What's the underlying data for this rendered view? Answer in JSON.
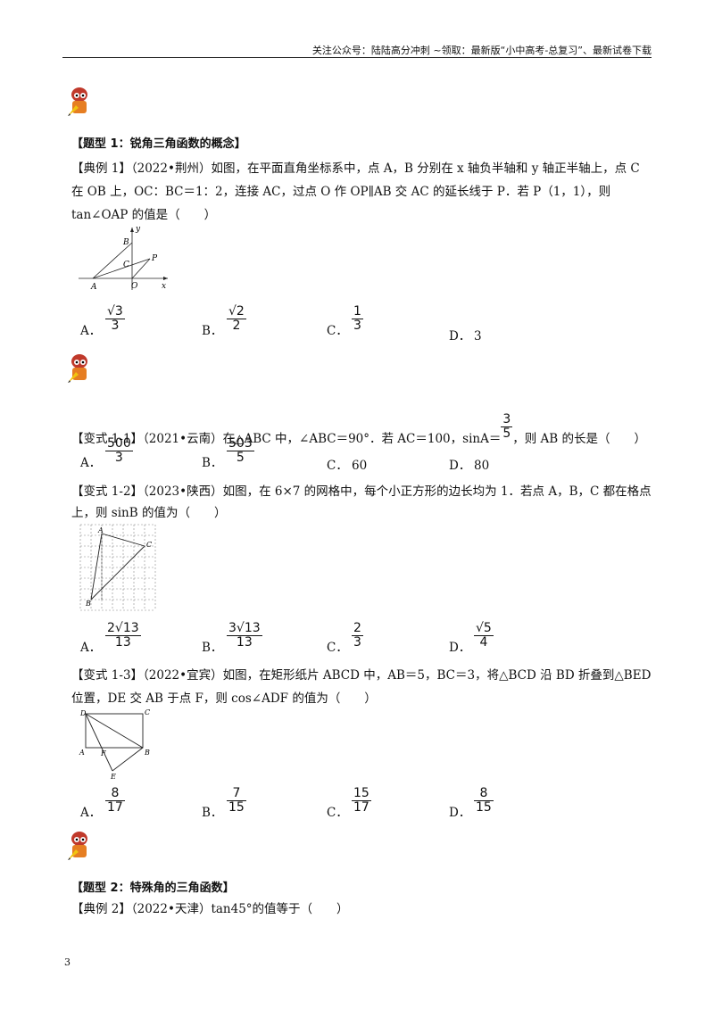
{
  "header": "关注公众号：陆陆高分冲刺  ~领取：最新版“小中高考-总复习”、最新试卷下载",
  "page_number": "3",
  "section1_title": "【题型 1：锐角三角函数的概念】",
  "ex1": {
    "line1": "【典例 1】（2022•荆州）如图，在平面直角坐标系中，点 A，B 分别在 x 轴负半轴和 y 轴正半轴上，点 C",
    "line2": "在 OB 上，OC：BC＝1：2，连接 AC，过点 O 作 OP∥AB 交 AC 的延长线于 P．若 P（1，1），则",
    "line3": "tan∠OAP 的值是（　　）",
    "opts": [
      {
        "label": "A．",
        "num": "√3",
        "den": "3"
      },
      {
        "label": "B．",
        "num": "√2",
        "den": "2"
      },
      {
        "label": "C．",
        "num": "1",
        "den": "3"
      },
      {
        "label": "D．",
        "text": "3"
      }
    ]
  },
  "v11": {
    "line1": "【变式 1-1】（2021•云南）在△ABC 中，∠ABC＝90°．若 AC＝100，sinA＝",
    "frac_num": "3",
    "frac_den": "5",
    "line1_end": "，则 AB 的长是（　　）",
    "opts": [
      {
        "label": "A．",
        "num": "500",
        "den": "3"
      },
      {
        "label": "B．",
        "num": "503",
        "den": "5"
      },
      {
        "label": "C．",
        "text": "60"
      },
      {
        "label": "D．",
        "text": "80"
      }
    ]
  },
  "v12": {
    "line1": "【变式 1-2】（2023•陕西）如图，在 6×7 的网格中，每个小正方形的边长均为 1．若点 A，B，C 都在格点",
    "line2": "上，则 sinB 的值为（　　）",
    "opts": [
      {
        "label": "A．",
        "num": "2√13",
        "den": "13"
      },
      {
        "label": "B．",
        "num": "3√13",
        "den": "13"
      },
      {
        "label": "C．",
        "num": "2",
        "den": "3"
      },
      {
        "label": "D．",
        "num": "√5",
        "den": "4"
      }
    ]
  },
  "v13": {
    "line1": "【变式 1-3】（2022•宜宾）如图，在矩形纸片 ABCD 中，AB＝5，BC＝3，将△BCD 沿 BD 折叠到△BED",
    "line2": "位置，DE 交 AB 于点 F，则 cos∠ADF 的值为（　　）",
    "opts": [
      {
        "label": "A．",
        "num": "8",
        "den": "17"
      },
      {
        "label": "B．",
        "num": "7",
        "den": "15"
      },
      {
        "label": "C．",
        "num": "15",
        "den": "17"
      },
      {
        "label": "D．",
        "num": "8",
        "den": "15"
      }
    ]
  },
  "section2_title": "【题型 2：特殊角的三角函数】",
  "ex2": {
    "line1": "【典例 2】（2022•天津）tan45°的值等于（　　）"
  },
  "fig1_labels": {
    "y": "y",
    "x": "x",
    "b": "B",
    "c": "C",
    "p": "P",
    "a": "A",
    "o": "O"
  },
  "fig2_labels": {
    "a": "A",
    "b": "B",
    "c": "C"
  },
  "fig3_labels": {
    "d": "D",
    "c": "C",
    "a": "A",
    "f": "F",
    "b": "B",
    "e": "E"
  }
}
